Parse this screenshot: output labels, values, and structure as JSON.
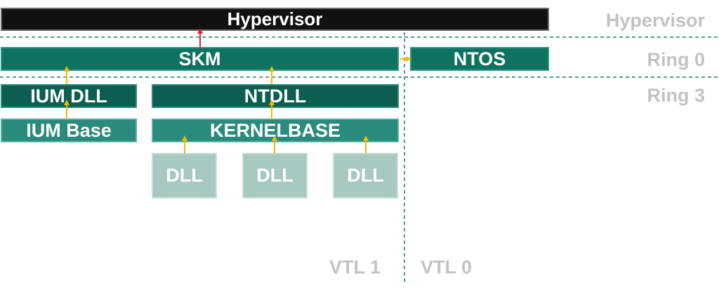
{
  "layers": {
    "hypervisor": "Hypervisor",
    "skm": "SKM",
    "ntos": "NTOS",
    "ium_dll": "IUM DLL",
    "ntdll": "NTDLL",
    "ium_base": "IUM Base",
    "kernelbase": "KERNELBASE",
    "dlls": [
      "DLL",
      "DLL",
      "DLL"
    ]
  },
  "side_labels": {
    "hypervisor": "Hypervisor",
    "ring0": "Ring 0",
    "ring3": "Ring 3"
  },
  "vtl_labels": {
    "vtl1": "VTL 1",
    "vtl0": "VTL 0"
  },
  "colors": {
    "hypervisor_fill": "#111111",
    "kernel_fill": "#0e7260",
    "user_dark_fill": "#0c5e50",
    "user_mid_fill": "#2a8a7c",
    "dll_fill": "#a8c8c2",
    "arrow_yellow": "#f2b800",
    "arrow_red": "#e0203a",
    "separator": "#1a7f6e",
    "side_label": "#c3c3c3"
  }
}
